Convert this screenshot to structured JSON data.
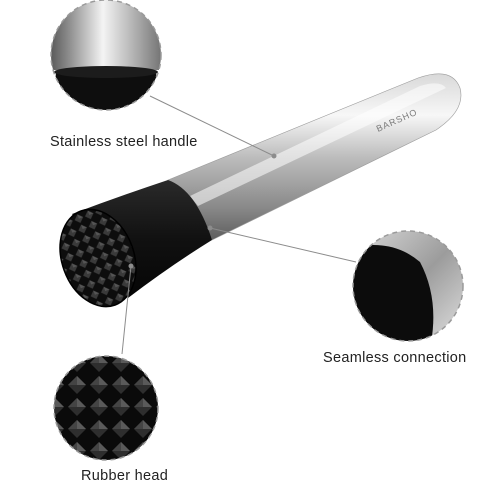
{
  "callouts": {
    "handle": {
      "label": "Stainless steel handle"
    },
    "connection": {
      "label": "Seamless connection"
    },
    "head": {
      "label": "Rubber head"
    }
  },
  "product": {
    "brand_engraving": "BARSHO"
  },
  "colors": {
    "steel_light": "#f2f2f2",
    "steel_mid": "#b8b8b8",
    "steel_dark": "#6e6e6e",
    "rubber": "#141414",
    "callout_dash": "#9a9a9a",
    "leader_line": "#8c8c8c",
    "label_text": "#222222"
  }
}
